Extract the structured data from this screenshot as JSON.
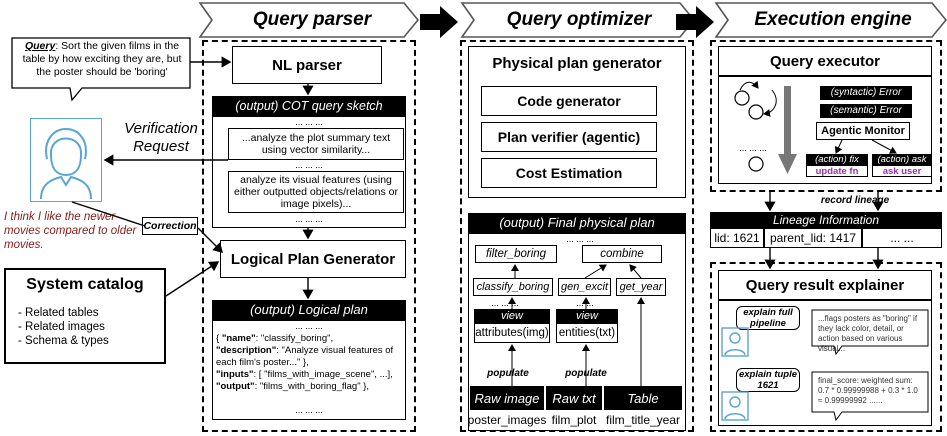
{
  "stages": {
    "query_parser": "Query parser",
    "query_optimizer": "Query optimizer",
    "execution_engine": "Execution engine"
  },
  "query": {
    "label": "Query",
    "text": ": Sort the given films in the table by how exciting they are, but the poster should be 'boring'"
  },
  "parser": {
    "nl_parser": "NL parser",
    "cot_header": "(output) COT query sketch",
    "dots1": "... ... ...",
    "cot_item1": "...analyze the plot summary text using vector similarity...",
    "dots2": "... ... ...",
    "cot_item2": "analyze its visual features (using either outputted objects/relations or image pixels)...",
    "dots3": "... ... ...",
    "logical_plan_generator": "Logical Plan Generator",
    "logical_plan_header": "(output) Logical plan",
    "lp_dots_top": "... ... ...",
    "lp_name_key": "\"name\"",
    "lp_name_val": ": \"classify_boring\",",
    "lp_desc_key": "\"description\"",
    "lp_desc_val": ": \"Analyze visual features of each film's poster...\" },",
    "lp_inputs_key": "\"inputs\"",
    "lp_inputs_val": ": [ \"films_with_image_scene\", ...],",
    "lp_output_key": "\"output\"",
    "lp_output_val": ": \"films_with_boring_flag\" },",
    "lp_dots_bottom": "... ... ..."
  },
  "verification": {
    "label_line1": "Verification",
    "label_line2": "Request",
    "user_feedback": "I think I like the newer movies compared to older movies.",
    "correction": "Correction"
  },
  "catalog": {
    "title": "System catalog",
    "items": [
      "- Related tables",
      "- Related images",
      "- Schema & types"
    ]
  },
  "optimizer": {
    "physical_plan_generator": "Physical plan generator",
    "code_generator": "Code generator",
    "plan_verifier": "Plan verifier (agentic)",
    "cost_estimation": "Cost Estimation",
    "final_plan_header": "(output) Final physical plan",
    "fp_dots_top": "... ... ...",
    "filter_boring": "filter_boring",
    "combine": "combine",
    "classify_boring": "classify_boring",
    "gen_excit": "gen_excit",
    "get_year": "get_year",
    "dots_left": "... ... ...",
    "dots_mid": "... ...",
    "view": "view",
    "attributes_img": "attributes(img)",
    "entities_txt": "entities(txt)",
    "populate": "populate",
    "cols": [
      {
        "header": "Raw image",
        "value": "poster_images"
      },
      {
        "header": "Raw txt",
        "value": "film_plot"
      },
      {
        "header": "Table",
        "value": "film_title_year"
      }
    ]
  },
  "engine": {
    "query_executor": "Query executor",
    "syntactic_error": "(syntactic) Error",
    "semantic_error": "(semantic) Error",
    "agentic_monitor": "Agentic Monitor",
    "action_fix": "(action) fix",
    "update_fn": "update fn",
    "action_ask": "(action) ask",
    "ask_user": "ask user",
    "dots_exec": "... ... ...",
    "record_lineage": "record lineage",
    "lineage_header": "Lineage Information",
    "lid": "lid: 1621",
    "parent_lid": "parent_lid: 1417",
    "lineage_dots": "... ...",
    "explainer_title": "Query result explainer",
    "explain_full_line1": "explain full",
    "explain_full_line2": "pipeline",
    "explain_full_text": "...flags posters as \"boring\" if they lack color, detail, or action based on various visual...",
    "explain_tuple_line1": "explain tuple",
    "explain_tuple_line2": "1621",
    "explain_tuple_text": "final_score: weighted sum: 0.7 * 0.99999988 + 0.3 * 1.0 ≈ 0.99999992 ......"
  },
  "colors": {
    "user_feedback": "#8b1a1a",
    "ask_user": "#9b30b0",
    "person_icon": "#5aa5d6"
  }
}
